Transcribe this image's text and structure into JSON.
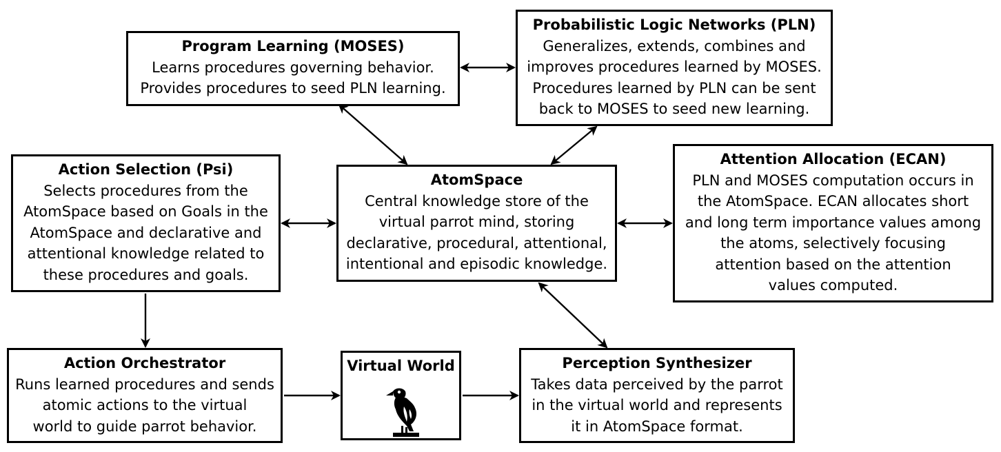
{
  "nodes": {
    "moses": {
      "title": "Program Learning (MOSES)",
      "desc": "Learns procedures governing behavior.\nProvides procedures to seed PLN learning."
    },
    "pln": {
      "title": "Probabilistic Logic Networks (PLN)",
      "desc": "Generalizes, extends, combines and\nimproves procedures learned by MOSES.\nProcedures learned by PLN can be sent\nback to MOSES to seed new learning."
    },
    "psi": {
      "title": "Action Selection (Psi)",
      "desc": "Selects procedures from the\nAtomSpace based on Goals in the\nAtomSpace and declarative and\nattentional knowledge related to\nthese procedures and goals."
    },
    "atomspace": {
      "title": "AtomSpace",
      "desc": "Central knowledge store of the\nvirtual parrot mind, storing\ndeclarative, procedural, attentional,\nintentional and episodic knowledge."
    },
    "ecan": {
      "title": "Attention Allocation (ECAN)",
      "desc": "PLN and MOSES computation occurs in\nthe AtomSpace. ECAN allocates short\nand long term importance values among\nthe atoms, selectively focusing\nattention based on the attention\nvalues computed."
    },
    "orchestrator": {
      "title": "Action Orchestrator",
      "desc": "Runs learned procedures and sends\natomic actions to the virtual\nworld to guide parrot behavior."
    },
    "world": {
      "title": "Virtual World",
      "icon": "parrot-icon"
    },
    "perception": {
      "title": "Perception Synthesizer",
      "desc": "Takes data perceived by the parrot\nin the virtual world and represents\nit in AtomSpace format."
    }
  },
  "edges": [
    {
      "from": "moses",
      "to": "pln",
      "direction": "both"
    },
    {
      "from": "moses",
      "to": "atomspace",
      "direction": "both"
    },
    {
      "from": "pln",
      "to": "atomspace",
      "direction": "both"
    },
    {
      "from": "psi",
      "to": "atomspace",
      "direction": "both"
    },
    {
      "from": "atomspace",
      "to": "ecan",
      "direction": "both"
    },
    {
      "from": "atomspace",
      "to": "perception",
      "direction": "both"
    },
    {
      "from": "psi",
      "to": "orchestrator",
      "direction": "forward"
    },
    {
      "from": "orchestrator",
      "to": "world",
      "direction": "forward"
    },
    {
      "from": "world",
      "to": "perception",
      "direction": "forward"
    }
  ]
}
